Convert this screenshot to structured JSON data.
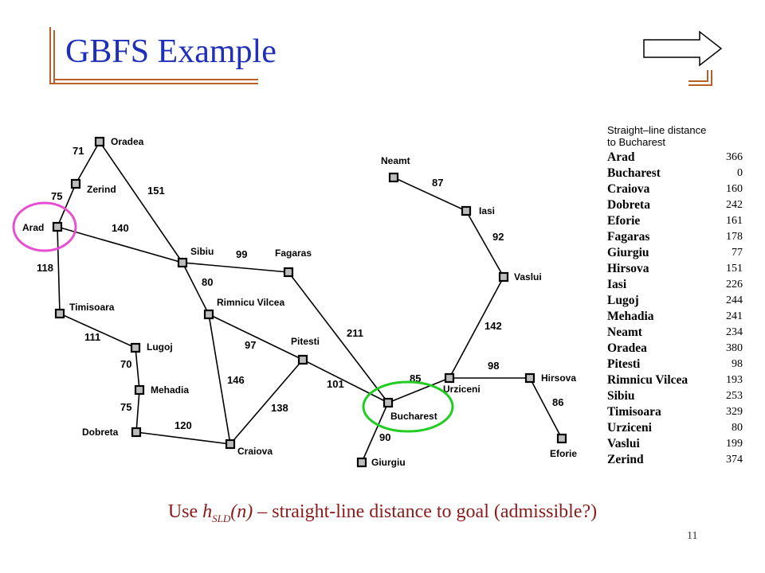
{
  "slide": {
    "title": "GBFS Example",
    "page_number": "11",
    "caption": {
      "prefix": "Use ",
      "h": "h",
      "sub": "SLD",
      "arg": "(n)",
      "rest": " – straight-line distance to goal  (admissible?)"
    }
  },
  "colors": {
    "title": "#1f2fb8",
    "caption": "#8b1a1a",
    "bracket": "#b7602a",
    "start_circle": "#e84fd0",
    "goal_circle": "#22cc22",
    "node_fill": "#bdbdbd"
  },
  "graph": {
    "nodes": [
      {
        "id": "Oradea",
        "label": "Oradea"
      },
      {
        "id": "Zerind",
        "label": "Zerind"
      },
      {
        "id": "Arad",
        "label": "Arad"
      },
      {
        "id": "Timisoara",
        "label": "Timisoara"
      },
      {
        "id": "Lugoj",
        "label": "Lugoj"
      },
      {
        "id": "Mehadia",
        "label": "Mehadia"
      },
      {
        "id": "Dobreta",
        "label": "Dobreta"
      },
      {
        "id": "Craiova",
        "label": "Craiova"
      },
      {
        "id": "Sibiu",
        "label": "Sibiu"
      },
      {
        "id": "Rimnicu",
        "label": "Rimnicu Vilcea"
      },
      {
        "id": "Fagaras",
        "label": "Fagaras"
      },
      {
        "id": "Pitesti",
        "label": "Pitesti"
      },
      {
        "id": "Bucharest",
        "label": "Bucharest"
      },
      {
        "id": "Giurgiu",
        "label": "Giurgiu"
      },
      {
        "id": "Urziceni",
        "label": "Urziceni"
      },
      {
        "id": "Hirsova",
        "label": "Hirsova"
      },
      {
        "id": "Eforie",
        "label": "Eforie"
      },
      {
        "id": "Vaslui",
        "label": "Vaslui"
      },
      {
        "id": "Iasi",
        "label": "Iasi"
      },
      {
        "id": "Neamt",
        "label": "Neamt"
      }
    ],
    "edges": [
      {
        "from": "Oradea",
        "to": "Zerind",
        "cost": "71"
      },
      {
        "from": "Zerind",
        "to": "Arad",
        "cost": "75"
      },
      {
        "from": "Oradea",
        "to": "Sibiu",
        "cost": "151"
      },
      {
        "from": "Arad",
        "to": "Sibiu",
        "cost": "140"
      },
      {
        "from": "Arad",
        "to": "Timisoara",
        "cost": "118"
      },
      {
        "from": "Timisoara",
        "to": "Lugoj",
        "cost": "111"
      },
      {
        "from": "Lugoj",
        "to": "Mehadia",
        "cost": "70"
      },
      {
        "from": "Mehadia",
        "to": "Dobreta",
        "cost": "75"
      },
      {
        "from": "Dobreta",
        "to": "Craiova",
        "cost": "120"
      },
      {
        "from": "Sibiu",
        "to": "Fagaras",
        "cost": "99"
      },
      {
        "from": "Sibiu",
        "to": "Rimnicu",
        "cost": "80"
      },
      {
        "from": "Rimnicu",
        "to": "Pitesti",
        "cost": "97"
      },
      {
        "from": "Rimnicu",
        "to": "Craiova",
        "cost": "146"
      },
      {
        "from": "Craiova",
        "to": "Pitesti",
        "cost": "138"
      },
      {
        "from": "Pitesti",
        "to": "Bucharest",
        "cost": "101"
      },
      {
        "from": "Fagaras",
        "to": "Bucharest",
        "cost": "211"
      },
      {
        "from": "Bucharest",
        "to": "Giurgiu",
        "cost": "90"
      },
      {
        "from": "Bucharest",
        "to": "Urziceni",
        "cost": "85"
      },
      {
        "from": "Urziceni",
        "to": "Hirsova",
        "cost": "98"
      },
      {
        "from": "Hirsova",
        "to": "Eforie",
        "cost": "86"
      },
      {
        "from": "Urziceni",
        "to": "Vaslui",
        "cost": "142"
      },
      {
        "from": "Vaslui",
        "to": "Iasi",
        "cost": "92"
      },
      {
        "from": "Iasi",
        "to": "Neamt",
        "cost": "87"
      }
    ],
    "highlighted_start": "Arad",
    "highlighted_goal": "Bucharest"
  },
  "sld_table": {
    "header_line1": "Straight–line distance",
    "header_line2": "to Bucharest",
    "rows": [
      {
        "city": "Arad",
        "value": "366"
      },
      {
        "city": "Bucharest",
        "value": "0"
      },
      {
        "city": "Craiova",
        "value": "160"
      },
      {
        "city": "Dobreta",
        "value": "242"
      },
      {
        "city": "Eforie",
        "value": "161"
      },
      {
        "city": "Fagaras",
        "value": "178"
      },
      {
        "city": "Giurgiu",
        "value": "77"
      },
      {
        "city": "Hirsova",
        "value": "151"
      },
      {
        "city": "Iasi",
        "value": "226"
      },
      {
        "city": "Lugoj",
        "value": "244"
      },
      {
        "city": "Mehadia",
        "value": "241"
      },
      {
        "city": "Neamt",
        "value": "234"
      },
      {
        "city": "Oradea",
        "value": "380"
      },
      {
        "city": "Pitesti",
        "value": "98"
      },
      {
        "city": "Rimnicu Vilcea",
        "value": "193"
      },
      {
        "city": "Sibiu",
        "value": "253"
      },
      {
        "city": "Timisoara",
        "value": "329"
      },
      {
        "city": "Urziceni",
        "value": "80"
      },
      {
        "city": "Vaslui",
        "value": "199"
      },
      {
        "city": "Zerind",
        "value": "374"
      }
    ]
  }
}
